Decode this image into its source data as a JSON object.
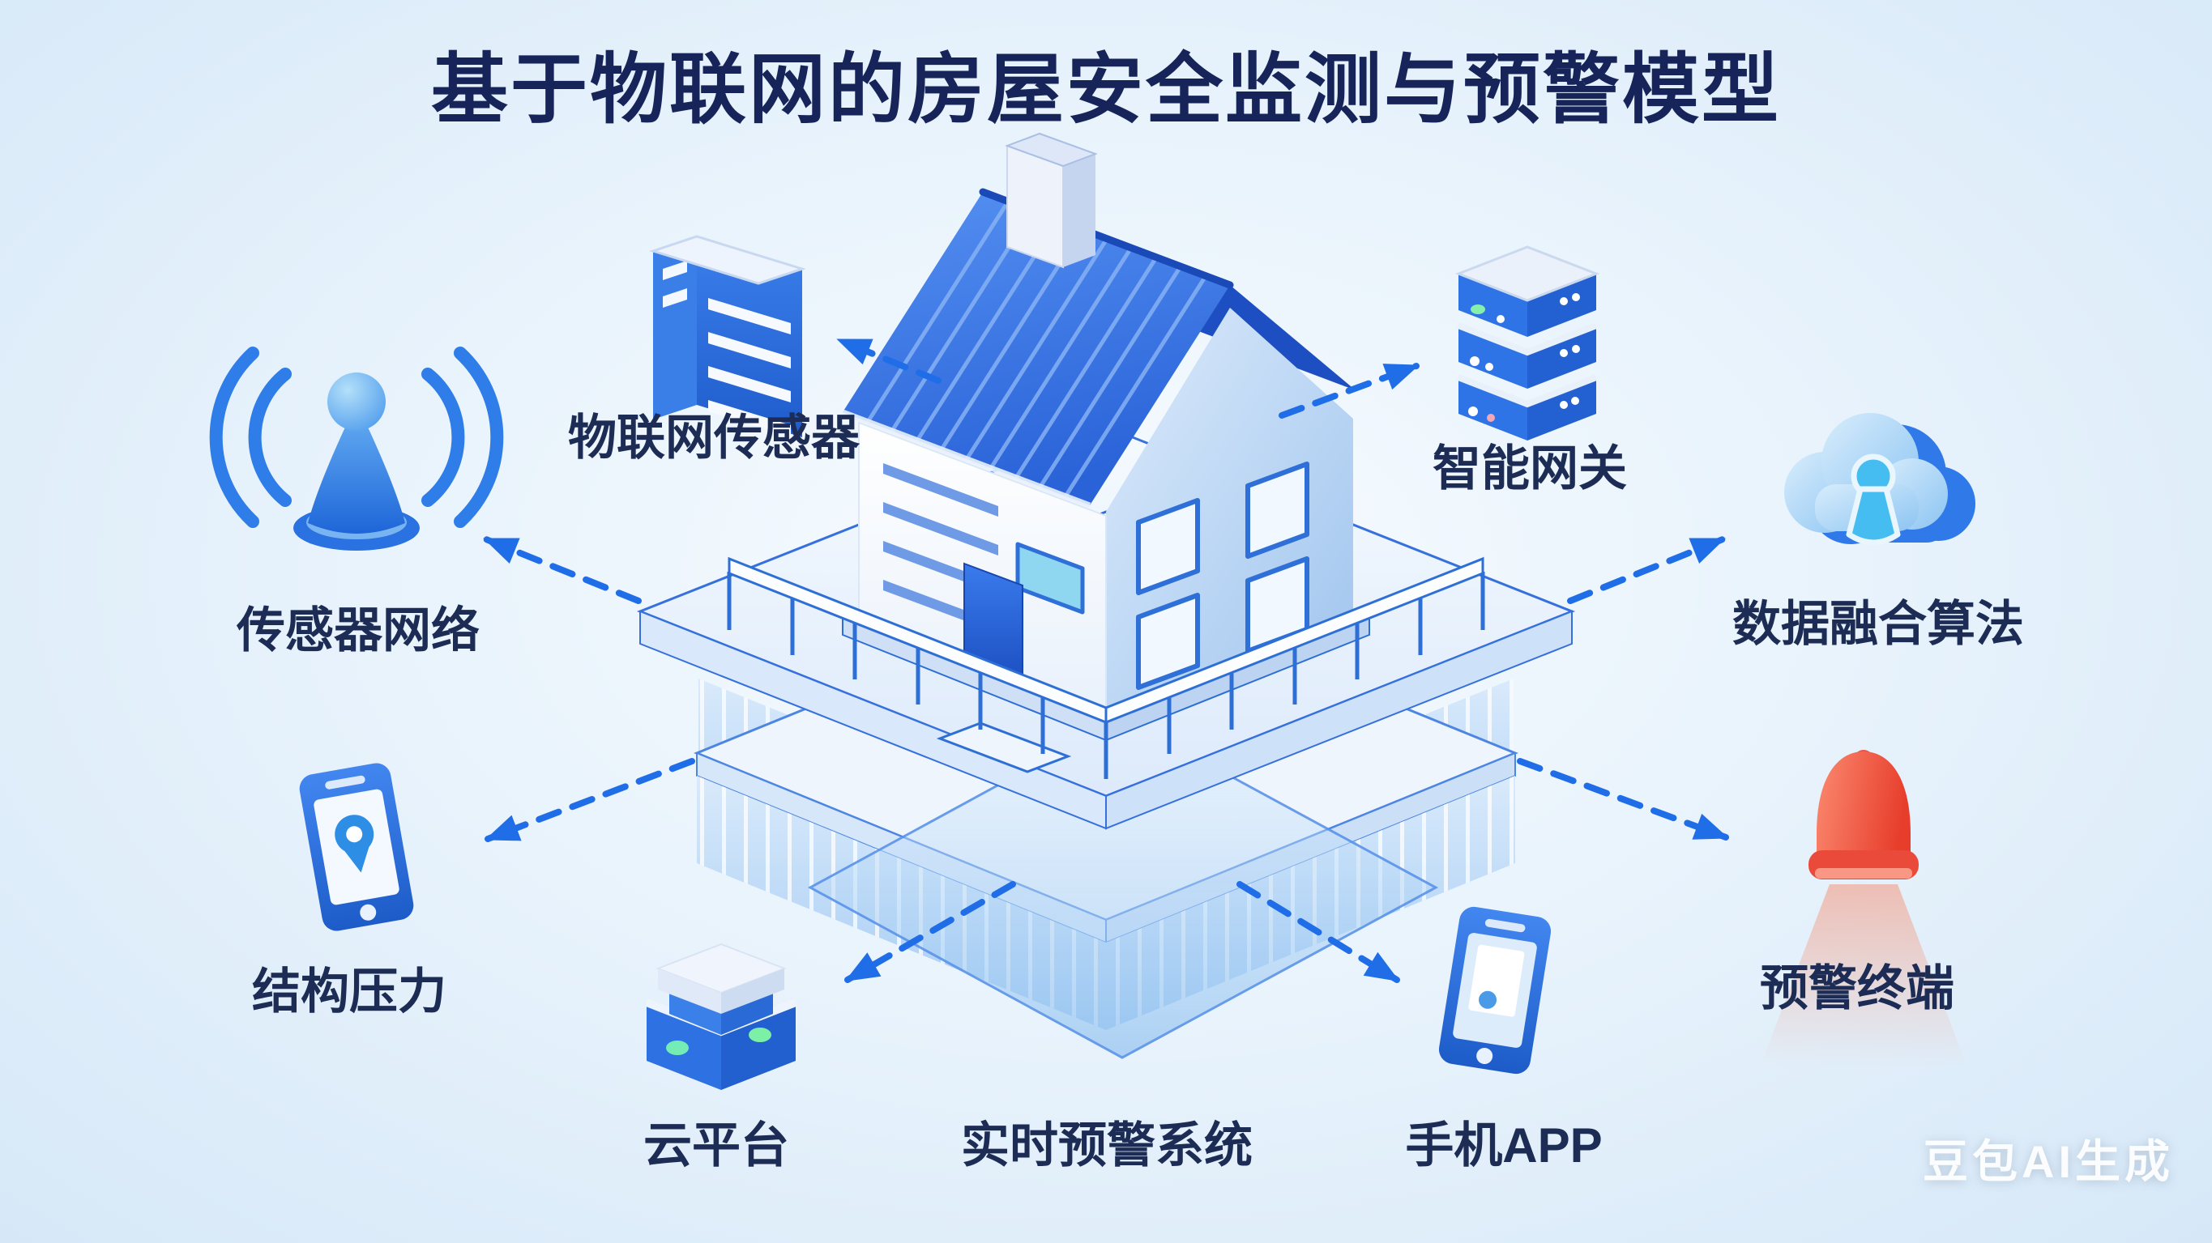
{
  "title": "基于物联网的房屋安全监测与预警模型",
  "watermark": "豆包AI生成",
  "nodes": {
    "iot_sensor": {
      "label": "物联网传感器",
      "icon": "server-icon"
    },
    "smart_gateway": {
      "label": "智能网关",
      "icon": "server-stack-icon"
    },
    "sensor_network": {
      "label": "传感器网络",
      "icon": "antenna-icon"
    },
    "data_fusion": {
      "label": "数据融合算法",
      "icon": "cloud-key-icon"
    },
    "structural_pressure": {
      "label": "结构压力",
      "icon": "phone-location-icon"
    },
    "warning_terminal": {
      "label": "预警终端",
      "icon": "alarm-bell-icon"
    },
    "cloud_platform": {
      "label": "云平台",
      "icon": "storage-box-icon"
    },
    "realtime_warning": {
      "label": "实时预警系统"
    },
    "mobile_app": {
      "label": "手机APP",
      "icon": "smartphone-icon"
    },
    "house": {
      "icon": "house-illustration"
    }
  },
  "connections": [
    {
      "from": "house",
      "to": "iot_sensor"
    },
    {
      "from": "house",
      "to": "smart_gateway"
    },
    {
      "from": "house",
      "to": "sensor_network"
    },
    {
      "from": "house",
      "to": "data_fusion"
    },
    {
      "from": "house",
      "to": "structural_pressure"
    },
    {
      "from": "house",
      "to": "warning_terminal"
    },
    {
      "from": "house",
      "to": "cloud_platform"
    },
    {
      "from": "house",
      "to": "mobile_app"
    }
  ],
  "colors": {
    "background": "#d8e9f8",
    "title": "#17245a",
    "label": "#1d2c55",
    "arrow": "#1f6ee8",
    "roof_blue": "#3a78ea",
    "house_wall": "#f7fafe",
    "gable_wall": "#b9d4f1",
    "icon_blue": "#2f74e6",
    "alert_red": "#ee4437",
    "teal_window": "#8fd6f0"
  }
}
